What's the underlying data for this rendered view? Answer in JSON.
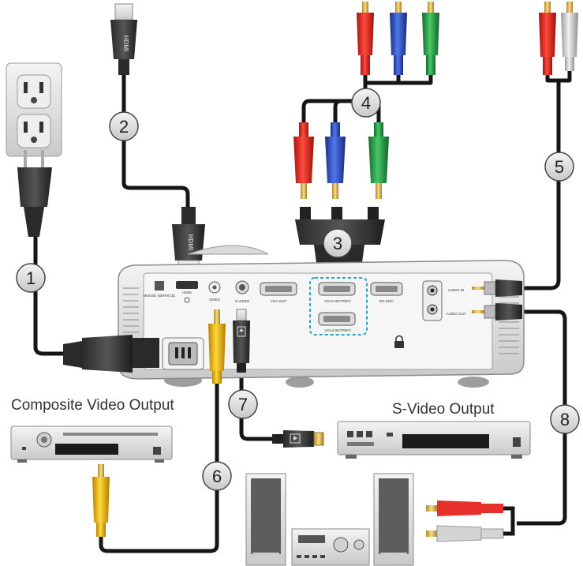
{
  "captions": {
    "composite": "Composite Video Output",
    "svideo": "S-Video Output"
  },
  "callouts": [
    "1",
    "2",
    "3",
    "4",
    "5",
    "6",
    "7",
    "8"
  ],
  "ports": {
    "mouse": "MOUSE (SERVICE)",
    "hdmi": "HDMI",
    "video": "VIDEO",
    "svideo": "S-VIDEO",
    "vga_out": "VGA-OUT",
    "vga1": "VGA1-IN/YPbPr/",
    "vga2": "VGA2-IN/YPbPr/",
    "rs232": "RS-232C",
    "audio_in": "AUDIO-IN",
    "audio_out": "AUDIO OUT"
  },
  "colors": {
    "cable": "#1a1a1a",
    "rca_red": "#e8302a",
    "rca_blue": "#2e54c8",
    "rca_green": "#2ea84a",
    "rca_yellow": "#f2c21a",
    "rca_white": "#d8d8d8",
    "badge_fill": "#e6e6e6",
    "highlight_box": "#29a3c8"
  }
}
